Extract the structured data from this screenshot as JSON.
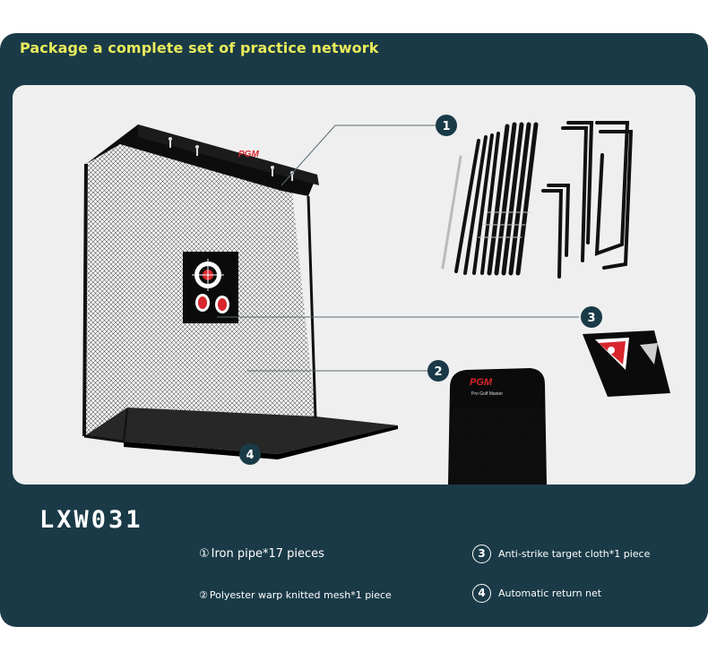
{
  "headline": "Package a complete set of practice network",
  "brand": {
    "logo": "PGM",
    "tagline": "Pro Golf Master"
  },
  "callouts": [
    "1",
    "2",
    "3",
    "4"
  ],
  "model": "LXW031",
  "specs": [
    {
      "num": "1",
      "symbol": "①",
      "text": "Iron pipe*17 pieces"
    },
    {
      "num": "2",
      "symbol": "②",
      "text": "Polyester warp knitted mesh*1 piece"
    },
    {
      "num": "3",
      "symbol": "3",
      "text": "Anti-strike target cloth*1 piece"
    },
    {
      "num": "4",
      "symbol": "4",
      "text": "Automatic return net"
    }
  ],
  "colors": {
    "background": "#1a3a47",
    "panel": "#efefef",
    "headline": "#e9ec5a",
    "callout": "#1a3a47",
    "target_red": "#d8262c"
  }
}
